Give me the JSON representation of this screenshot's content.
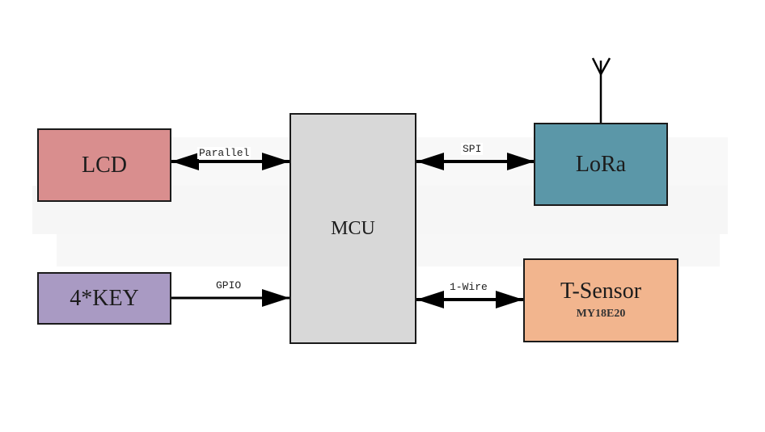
{
  "diagram": {
    "blocks": {
      "lcd": {
        "label": "LCD",
        "color": "#d98e8e"
      },
      "key": {
        "label": "4*KEY",
        "color": "#a99ac3"
      },
      "mcu": {
        "label": "MCU",
        "color": "#d8d8d8"
      },
      "lora": {
        "label": "LoRa",
        "color": "#5b97a8"
      },
      "tsensor": {
        "label": "T-Sensor",
        "sublabel": "MY18E20",
        "color": "#f2b58e"
      }
    },
    "connections": {
      "parallel": {
        "label": "Parallel",
        "from": "LCD",
        "to": "MCU",
        "direction": "bidirectional"
      },
      "gpio": {
        "label": "GPIO",
        "from": "4*KEY",
        "to": "MCU",
        "direction": "unidirectional"
      },
      "spi": {
        "label": "SPI",
        "from": "MCU",
        "to": "LoRa",
        "direction": "bidirectional"
      },
      "onewire": {
        "label": "1-Wire",
        "from": "MCU",
        "to": "T-Sensor",
        "direction": "bidirectional"
      }
    },
    "antenna": "antenna-icon"
  }
}
